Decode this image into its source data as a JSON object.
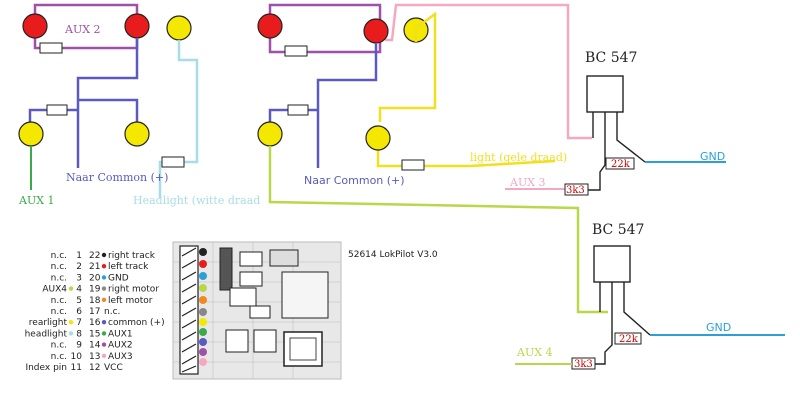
{
  "colors": {
    "aux1": "#3aaa4a",
    "aux2": "#a050a8",
    "aux3": "#f5a9c0",
    "aux4": "#b8d84a",
    "common": "#5a5ac0",
    "headlight": "#a8dce8",
    "light_yellow": "#f0e020",
    "gnd": "#2aa0d8",
    "led_red": "#e81c1c",
    "led_yellow": "#f5e800"
  },
  "left_circuit": {
    "aux2_label": "AUX 2",
    "aux1_label": "AUX 1",
    "common_label": "Naar Common (+)",
    "headlight_label": "Headlight (witte draad"
  },
  "mid_circuit": {
    "common_label": "Naar Common (+)",
    "light_label": "light (gele draad)",
    "aux3_label": "AUX 3"
  },
  "transistor_top": {
    "label": "BC 547",
    "r_base": "3k3",
    "r_pull": "22k",
    "gnd_label": "GND"
  },
  "transistor_bottom": {
    "label": "BC 547",
    "r_base": "3k3",
    "r_pull": "22k",
    "gnd_label": "GND",
    "aux4_label": "AUX 4"
  },
  "decoder": {
    "title": "52614 LokPilot V3.0"
  },
  "pins": [
    {
      "left": "n.c.",
      "num_l": "1",
      "num_r": "22",
      "right": "right track",
      "dot": "#222222"
    },
    {
      "left": "n.c.",
      "num_l": "2",
      "num_r": "21",
      "right": "left track",
      "dot": "#e81c1c"
    },
    {
      "left": "n.c.",
      "num_l": "3",
      "num_r": "20",
      "right": "GND",
      "dot": "#2aa0d8"
    },
    {
      "left": "AUX4",
      "num_l": "4",
      "num_r": "19",
      "right": "right motor",
      "dot": "#888888",
      "left_dot": "#b8d84a"
    },
    {
      "left": "n.c.",
      "num_l": "5",
      "num_r": "18",
      "right": "left motor",
      "dot": "#f08a20"
    },
    {
      "left": "n.c.",
      "num_l": "6",
      "num_r": "17",
      "right": "n.c.",
      "dot": ""
    },
    {
      "left": "rearlight",
      "num_l": "7",
      "num_r": "16",
      "right": "common (+)",
      "dot": "#5a5ac0",
      "left_dot": "#f5e800"
    },
    {
      "left": "headlight",
      "num_l": "8",
      "num_r": "15",
      "right": "AUX1",
      "dot": "#3aaa4a",
      "left_dot": "#a8dce8"
    },
    {
      "left": "n.c.",
      "num_l": "9",
      "num_r": "14",
      "right": "AUX2",
      "dot": "#a050a8"
    },
    {
      "left": "n.c.",
      "num_l": "10",
      "num_r": "13",
      "right": "AUX3",
      "dot": "#f5a9c0"
    },
    {
      "left": "Index pin",
      "num_l": "11",
      "num_r": "12",
      "right": "VCC",
      "dot": ""
    }
  ]
}
